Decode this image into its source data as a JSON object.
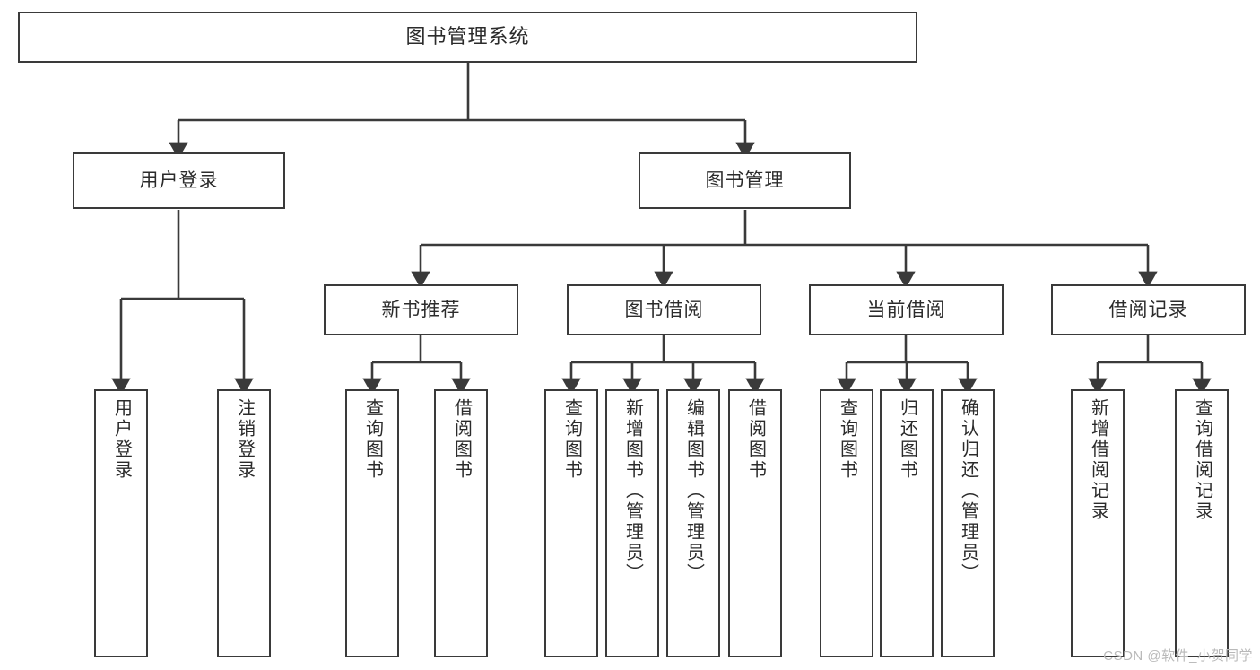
{
  "diagram": {
    "type": "tree-hierarchy",
    "title_text": "图书管理系统",
    "orientation": "top-down",
    "line_color": "#3a3a3a",
    "box_fill": "#ffffff",
    "text_color": "#2b2b2b",
    "root": {
      "label": "图书管理系统"
    },
    "level1": [
      {
        "label": "用户登录"
      },
      {
        "label": "图书管理"
      }
    ],
    "level2": [
      {
        "label": "新书推荐"
      },
      {
        "label": "图书借阅"
      },
      {
        "label": "当前借阅"
      },
      {
        "label": "借阅记录"
      }
    ],
    "leaves": {
      "user_login": [
        {
          "label": "用户登录"
        },
        {
          "label": "注销登录"
        }
      ],
      "new_book_recommend": [
        {
          "label": "查询图书"
        },
        {
          "label": "借阅图书"
        }
      ],
      "book_borrow": [
        {
          "label": "查询图书"
        },
        {
          "label": "新增图书（管理员）"
        },
        {
          "label": "编辑图书（管理员）"
        },
        {
          "label": "借阅图书"
        }
      ],
      "current_borrow": [
        {
          "label": "查询图书"
        },
        {
          "label": "归还图书"
        },
        {
          "label": "确认归还（管理员）"
        }
      ],
      "borrow_record": [
        {
          "label": "新增借阅记录"
        },
        {
          "label": "查询借阅记录"
        }
      ]
    }
  },
  "watermark": {
    "text": "CSDN @软件_小贺同学"
  }
}
